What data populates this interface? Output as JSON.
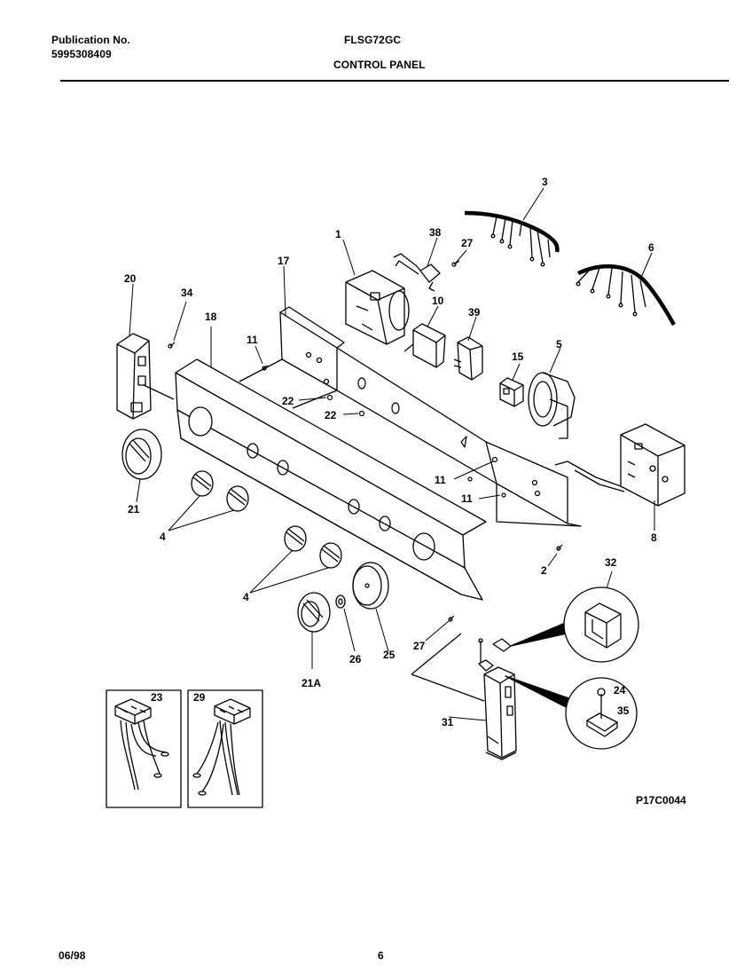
{
  "header": {
    "publication_label": "Publication No.",
    "publication_number": "5995308409",
    "model": "FLSG72GC",
    "section": "CONTROL PANEL"
  },
  "footer": {
    "date": "06/98",
    "page": "6"
  },
  "diagram": {
    "figure_code": "P17C0044",
    "callouts": {
      "c1": "1",
      "c2": "2",
      "c3": "3",
      "c4a": "4",
      "c4b": "4",
      "c5": "5",
      "c6": "6",
      "c8": "8",
      "c10": "10",
      "c11a": "11",
      "c11b": "11",
      "c11c": "11",
      "c15": "15",
      "c17": "17",
      "c18": "18",
      "c20": "20",
      "c21": "21",
      "c21a": "21A",
      "c22a": "22",
      "c22b": "22",
      "c23": "23",
      "c24": "24",
      "c25": "25",
      "c26": "26",
      "c27a": "27",
      "c27b": "27",
      "c29": "29",
      "c31": "31",
      "c32": "32",
      "c34": "34",
      "c35": "35",
      "c38": "38",
      "c39": "39"
    }
  }
}
